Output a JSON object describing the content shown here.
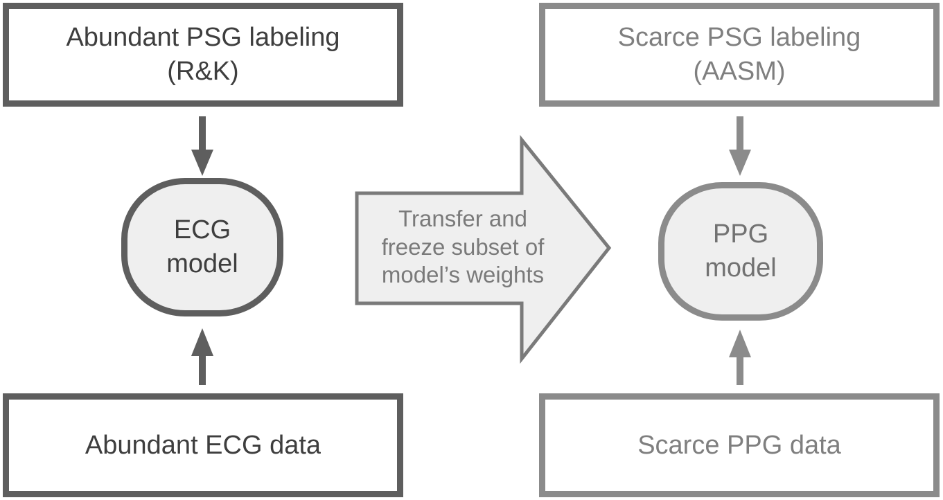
{
  "left": {
    "top_box": {
      "line1": "Abundant PSG labeling",
      "line2": "(R&K)"
    },
    "model": {
      "line1": "ECG",
      "line2": "model"
    },
    "bottom_box": {
      "label": "Abundant ECG data"
    }
  },
  "right": {
    "top_box": {
      "line1": "Scarce PSG labeling",
      "line2": "(AASM)"
    },
    "model": {
      "line1": "PPG",
      "line2": "model"
    },
    "bottom_box": {
      "label": "Scarce PPG data"
    }
  },
  "transfer": {
    "line1": "Transfer and",
    "line2": "freeze subset of",
    "line3": "model’s weights"
  },
  "colors": {
    "dark_stroke": "#5e5e5e",
    "light_stroke": "#8b8b8b",
    "model_fill": "#efefef",
    "arrow_fill": "#efefef"
  }
}
